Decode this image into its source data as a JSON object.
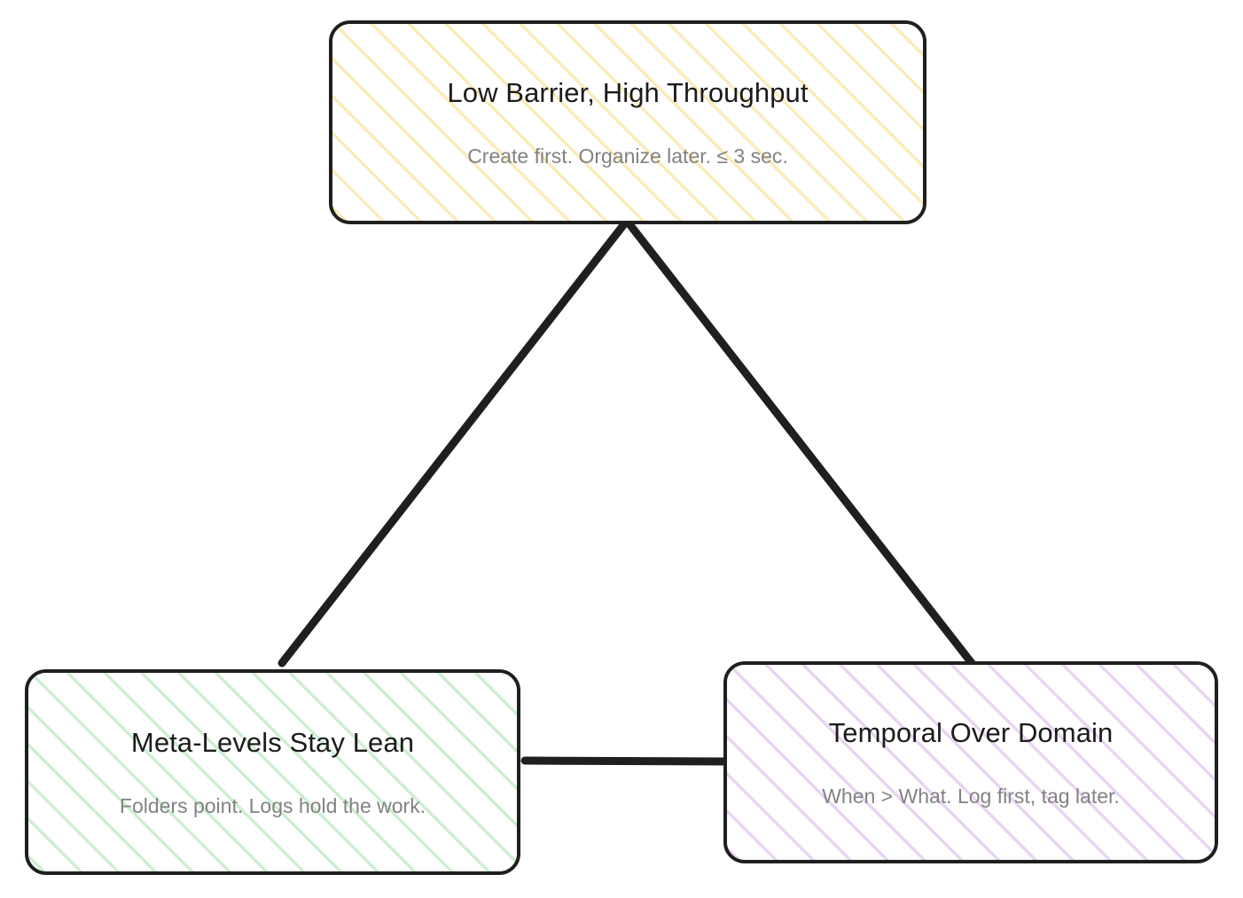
{
  "diagram": {
    "title": "Low Barrier, High Throughput principles diagram",
    "background_color": "#ffffff",
    "stroke_color": "#1f1f1f",
    "title_text_color": "#1b1b1b",
    "subtitle_text_color": "#828282",
    "nodes": [
      {
        "id": "low-barrier-high-throughput",
        "title": "Low Barrier, High Throughput",
        "subtitle": "Create first. Organize later. ≤ 3 sec.",
        "fill_color": "#ffffff",
        "hatch_color": "#faecb8",
        "position": "top-center"
      },
      {
        "id": "meta-levels-stay-lean",
        "title": "Meta-Levels Stay Lean",
        "subtitle": "Folders point. Logs hold the work.",
        "fill_color": "#ffffff",
        "hatch_color": "#cdeed0",
        "position": "bottom-left"
      },
      {
        "id": "temporal-over-domain",
        "title": "Temporal Over Domain",
        "subtitle": "When > What. Log first, tag later.",
        "fill_color": "#ffffff",
        "hatch_color": "#e9d4f2",
        "position": "bottom-right"
      }
    ],
    "edges": [
      {
        "id": "edge-top-to-left",
        "from": "low-barrier-high-throughput",
        "to": "meta-levels-stay-lean",
        "label": "",
        "style": "solid"
      },
      {
        "id": "edge-top-to-right",
        "from": "low-barrier-high-throughput",
        "to": "temporal-over-domain",
        "label": "",
        "style": "solid"
      },
      {
        "id": "edge-left-to-right",
        "from": "meta-levels-stay-lean",
        "to": "temporal-over-domain",
        "label": "",
        "style": "solid"
      }
    ]
  }
}
